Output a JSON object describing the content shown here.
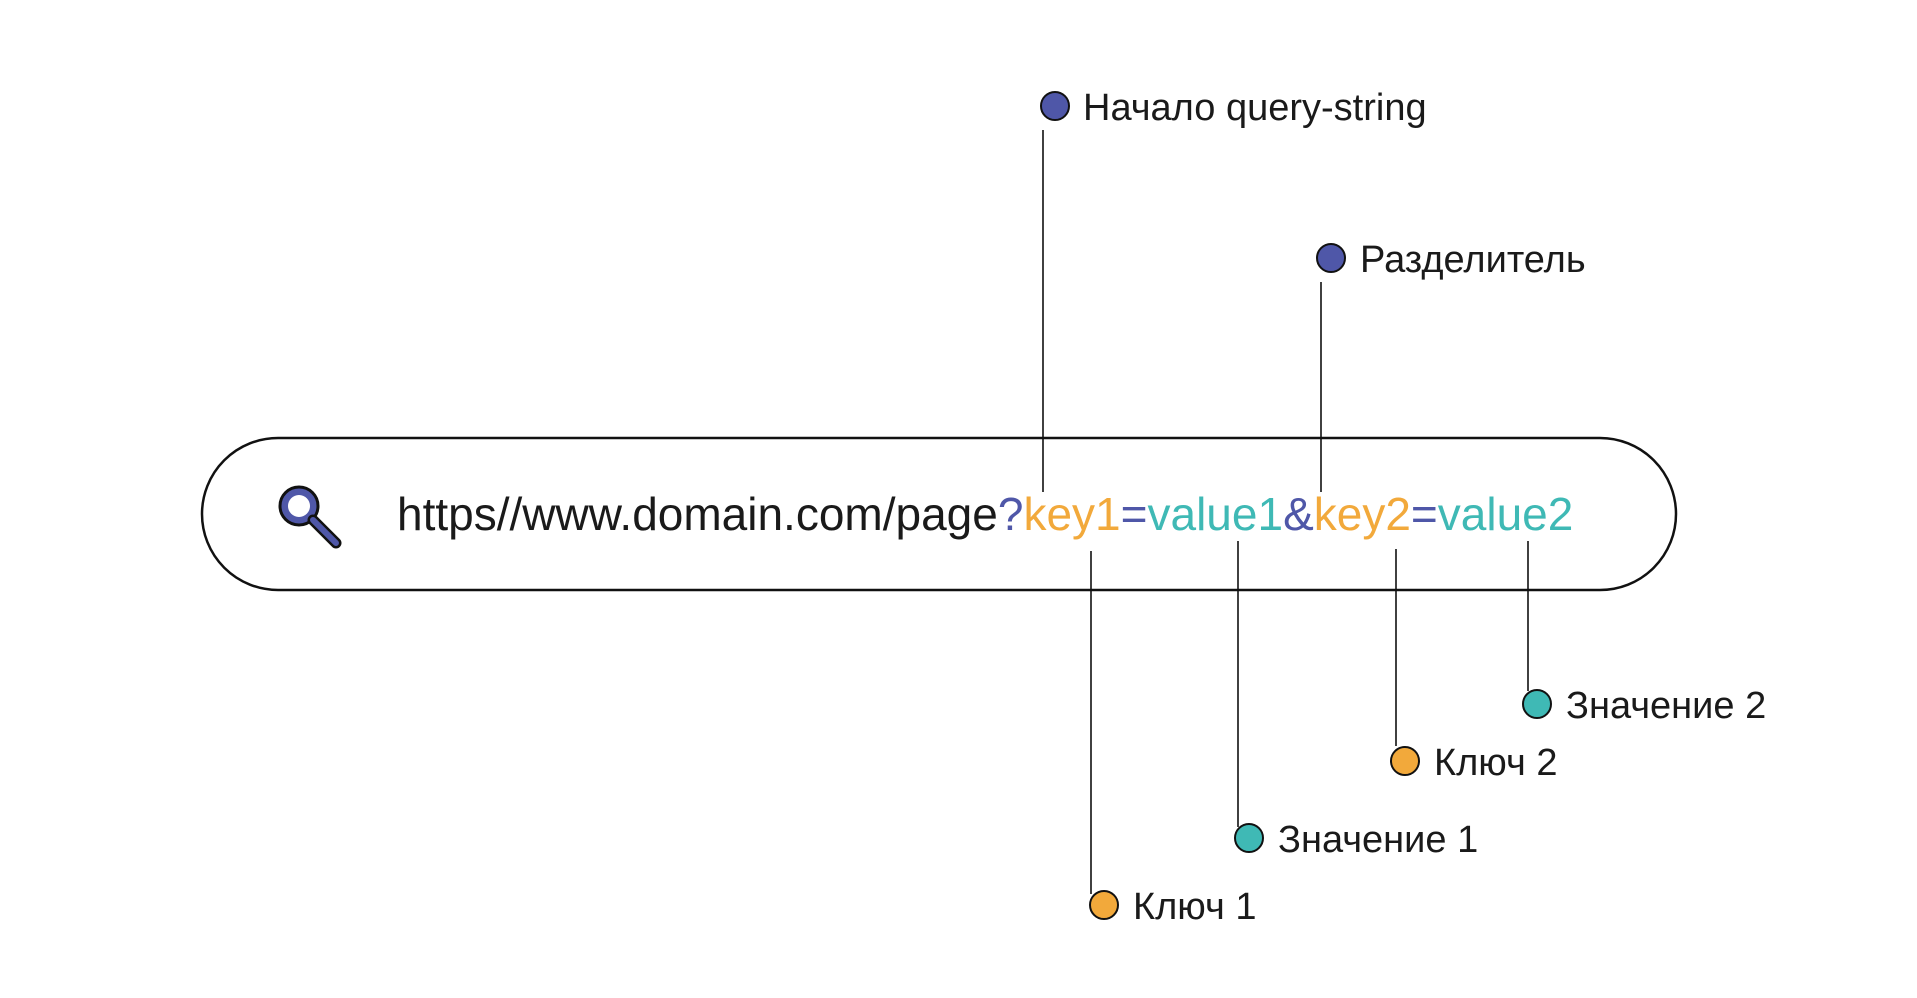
{
  "search_icon": "search-icon",
  "colors": {
    "delimiter": "#4f57a8",
    "key": "#f2a93b",
    "value": "#3fb9b5",
    "text": "#1a1a1a"
  },
  "url": {
    "base": "https//www.domain.com/page",
    "query_start": "?",
    "key1": "key1",
    "eq1": "=",
    "value1": "value1",
    "separator": "&",
    "key2": "key2",
    "eq2": "=",
    "value2": "value2"
  },
  "callouts": {
    "query_start": "Начало query-string",
    "separator": "Разделитель",
    "key1": "Ключ 1",
    "value1": "Значение 1",
    "key2": "Ключ 2",
    "value2": "Значение 2"
  }
}
